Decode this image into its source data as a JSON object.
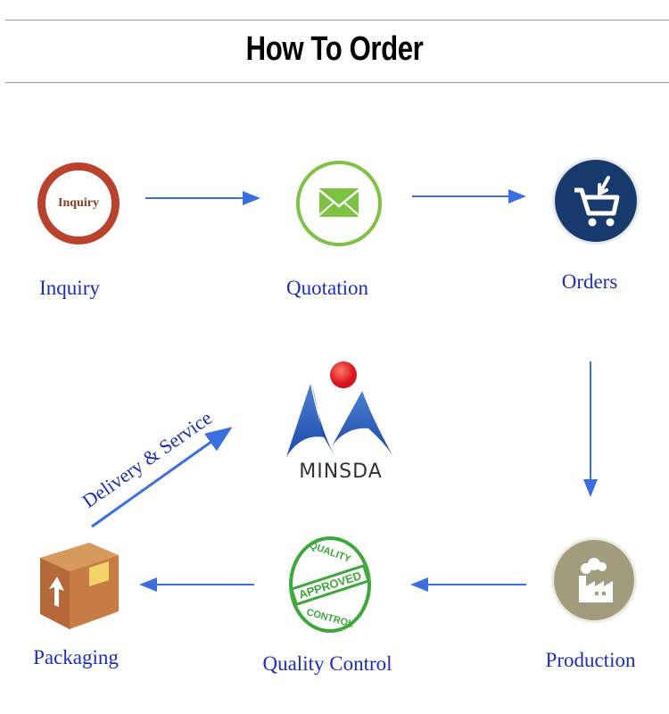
{
  "header": {
    "title": "How To Order"
  },
  "steps": {
    "inquiry": {
      "label": "Inquiry",
      "icon_text": "Inquiry",
      "icon": "inquiry-ring-icon"
    },
    "quotation": {
      "label": "Quotation",
      "icon": "envelope-icon"
    },
    "orders": {
      "label": "Orders",
      "icon": "shopping-cart-icon"
    },
    "production": {
      "label": "Production",
      "icon": "factory-icon"
    },
    "quality": {
      "label": "Quality Control",
      "icon": "approved-stamp-icon",
      "stamp_top": "QUALITY",
      "stamp_mid": "APPROVED",
      "stamp_bottom": "CONTROL"
    },
    "packaging": {
      "label": "Packaging",
      "icon": "cardboard-box-icon"
    }
  },
  "delivery": {
    "label": "Delivery & Service"
  },
  "logo": {
    "text": "MINSDA"
  },
  "colors": {
    "label": "#1b2fb5",
    "arrow": "#3a6fe0",
    "inquiry_ring": "#b8432a",
    "quotation_ring": "#7dc242",
    "orders_bg": "#17396b",
    "production_bg": "#a29c7e",
    "stamp": "#3da83a"
  }
}
